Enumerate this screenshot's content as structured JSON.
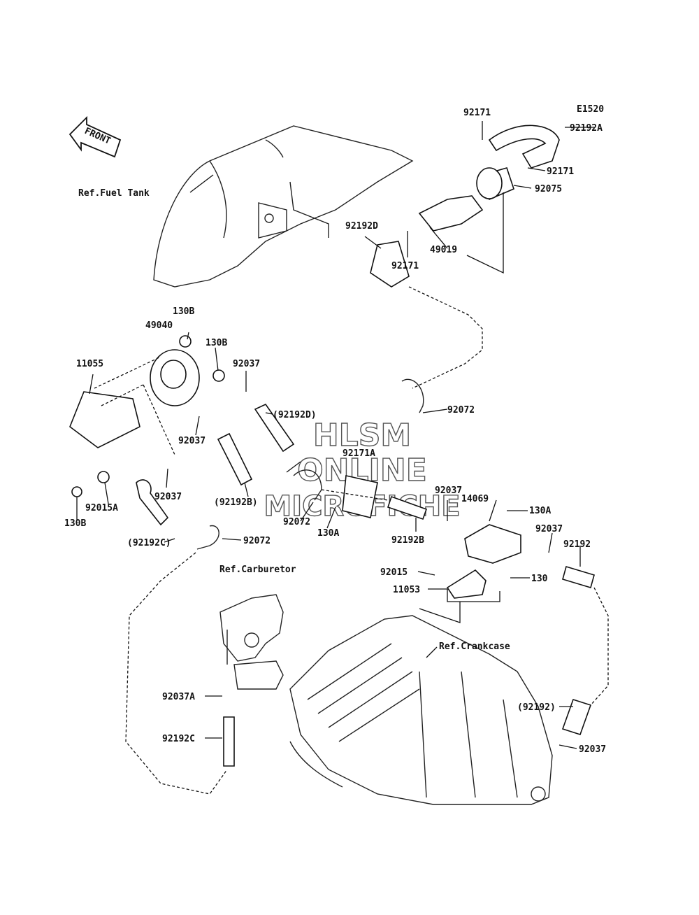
{
  "diagram_code": "E1520",
  "front_label": "FRONT",
  "watermark": [
    "HLSM",
    "ONLINE",
    "MICROFICHE"
  ],
  "callouts": {
    "c92171_top": "92171",
    "c92192A": "92192A",
    "c92171_right": "92171",
    "c92075": "92075",
    "ref_fuel_tank": "Ref.Fuel Tank",
    "c92192D": "92192D",
    "c92171_mid": "92171",
    "c49019": "49019",
    "c130B_a": "130B",
    "c49040": "49040",
    "c130B_b": "130B",
    "c11055": "11055",
    "c92037_a": "92037",
    "c92192D_paren": "(92192D)",
    "c92072_a": "92072",
    "c92037_b": "92037",
    "c92171A": "92171A",
    "c92037_c": "92037",
    "c92015A": "92015A",
    "c130B_c": "130B",
    "c92192B_paren": "(92192B)",
    "c92072_b": "92072",
    "c130A_a": "130A",
    "c92037_d": "92037",
    "c14069": "14069",
    "c130A_b": "130A",
    "c92192B": "92192B",
    "c92037_e": "92037",
    "c92192": "92192",
    "c92192C_paren": "(92192C)",
    "c92072_c": "92072",
    "ref_carburetor": "Ref.Carburetor",
    "c92015": "92015",
    "c130": "130",
    "c11053": "11053",
    "ref_crankcase": "Ref.Crankcase",
    "c92037A": "92037A",
    "c92192_paren": "(92192)",
    "c92192C": "92192C",
    "c92037_f": "92037"
  }
}
